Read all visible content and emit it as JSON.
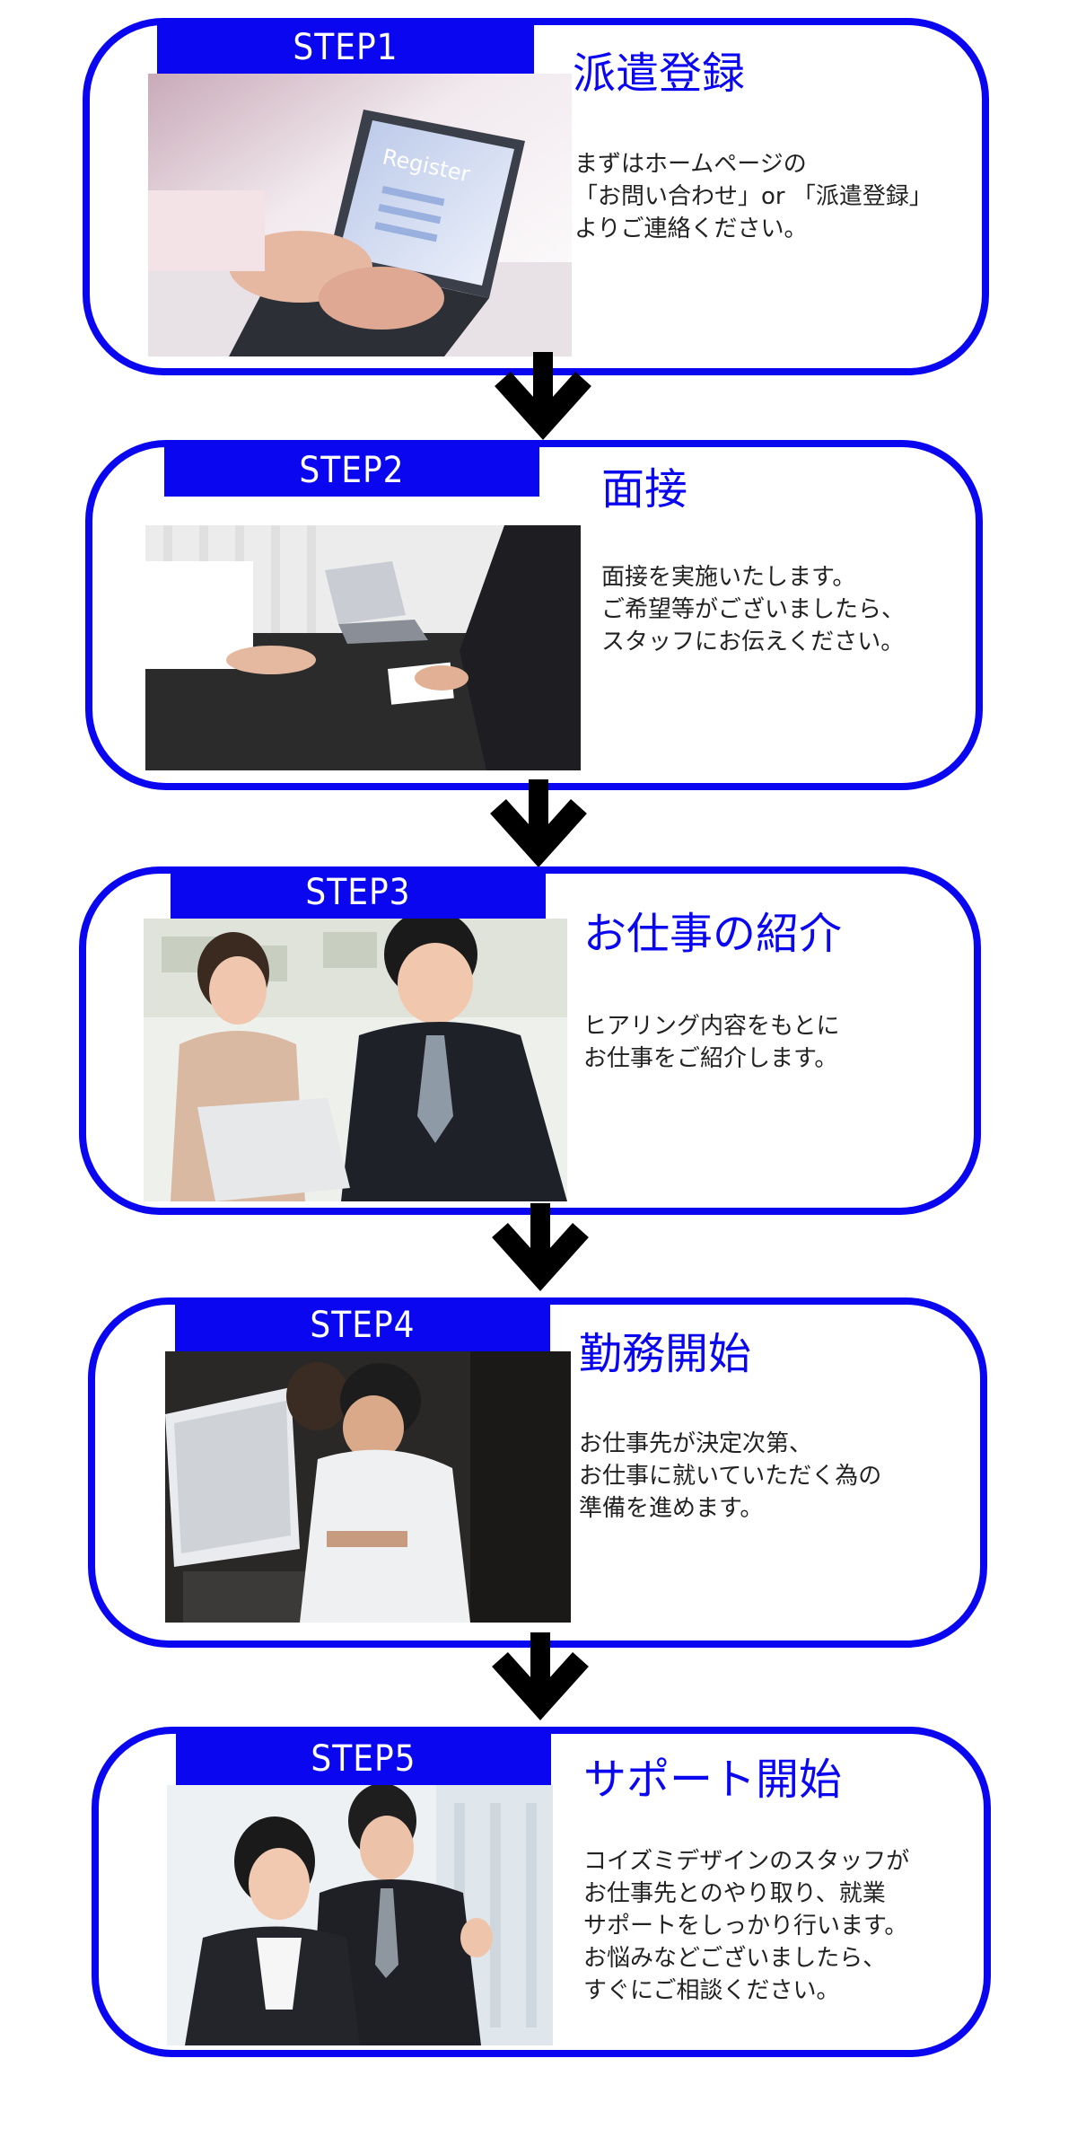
{
  "steps": [
    {
      "label": "STEP1",
      "title": "派遣登録",
      "desc": "まずはホームページの\n「お問い合わせ」or 「派遣登録」\nよりご連絡ください。"
    },
    {
      "label": "STEP2",
      "title": "面接",
      "desc": "面接を実施いたします。\nご希望等がございましたら、\nスタッフにお伝えください。"
    },
    {
      "label": "STEP3",
      "title": "お仕事の紹介",
      "desc": "ヒアリング内容をもとに\nお仕事をご紹介します。"
    },
    {
      "label": "STEP4",
      "title": "勤務開始",
      "desc": "お仕事先が決定次第、\nお仕事に就いていただく為の\n準備を進めます。"
    },
    {
      "label": "STEP5",
      "title": "サポート開始",
      "desc": "コイズミデザインのスタッフが\nお仕事先とのやり取り、就業\nサポートをしっかり行います。\nお悩みなどございましたら、\nすぐにご相談ください。"
    }
  ],
  "photos": {
    "step1": "Register",
    "step1_icon": "laptop-registration-photo",
    "step2_icon": "interview-desk-photo",
    "step3_icon": "job-introduction-photo",
    "step4_icon": "office-work-photo",
    "step5_icon": "support-team-photo"
  },
  "colors": {
    "accent": "#0a06f0",
    "arrow": "#000000"
  }
}
